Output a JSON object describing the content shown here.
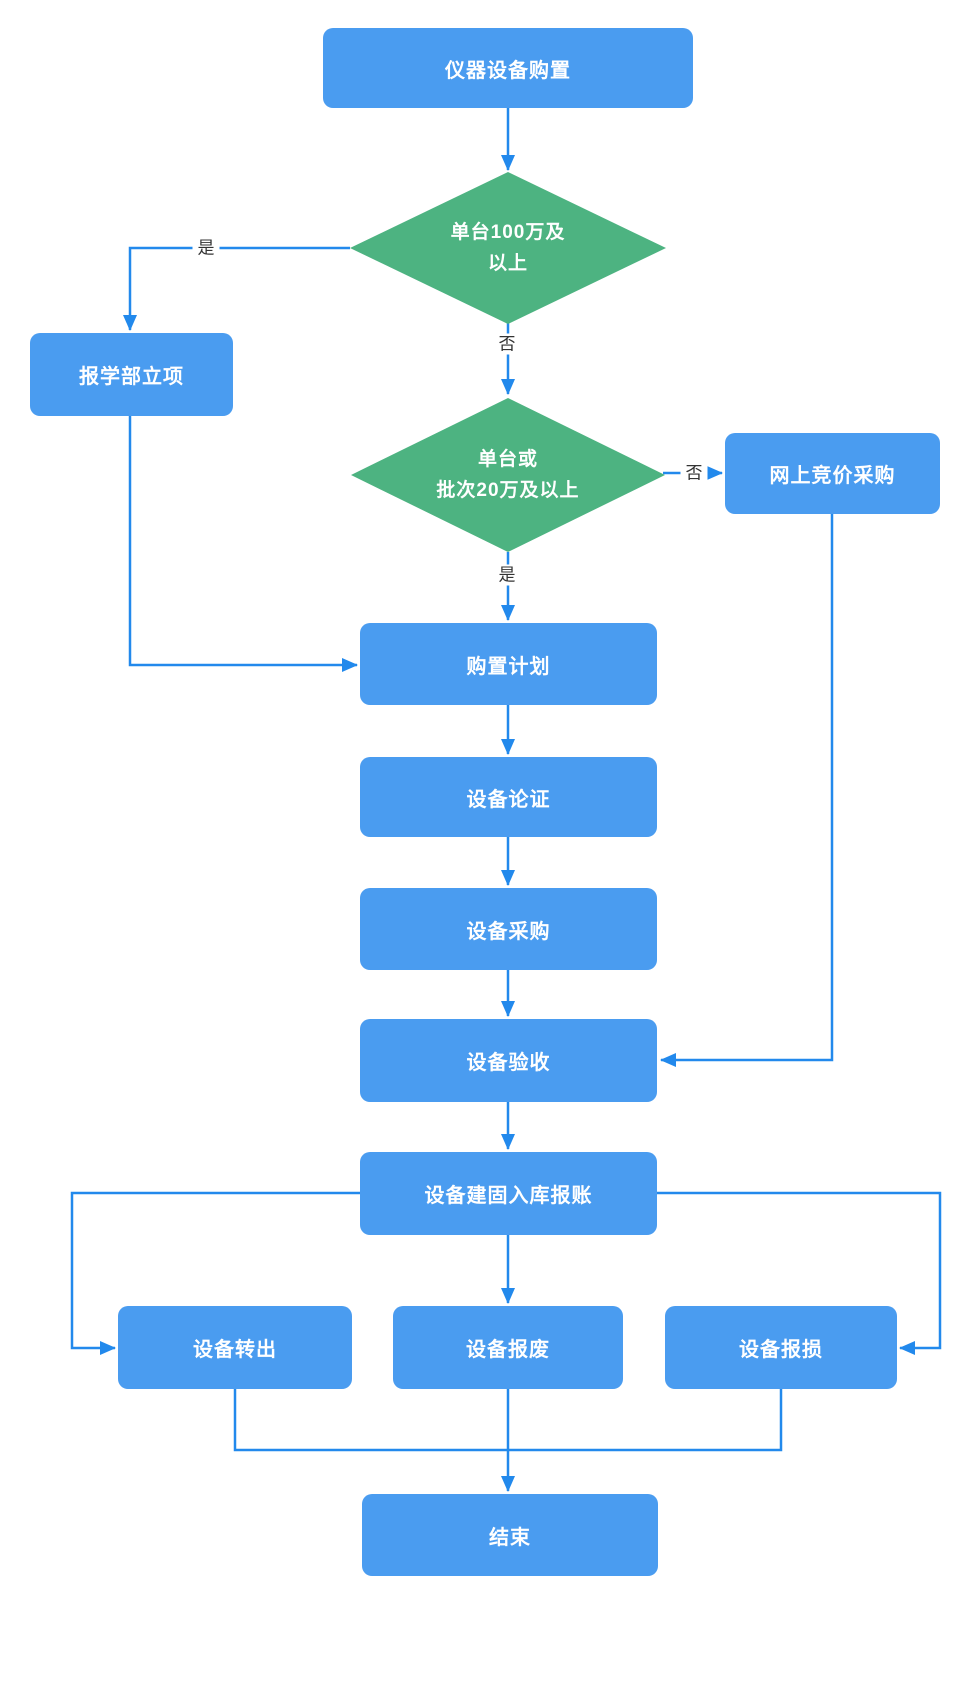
{
  "flowchart": {
    "nodes": {
      "start": {
        "label": "仪器设备购置"
      },
      "decision_100w": {
        "line1": "单台100万及",
        "line2": "以上"
      },
      "bureau_approval": {
        "label": "报学部立项"
      },
      "decision_20w": {
        "line1": "单台或",
        "line2": "批次20万及以上"
      },
      "online_bidding": {
        "label": "网上竞价采购"
      },
      "purchase_plan": {
        "label": "购置计划"
      },
      "equipment_review": {
        "label": "设备论证"
      },
      "equipment_buy": {
        "label": "设备采购"
      },
      "equipment_accept": {
        "label": "设备验收"
      },
      "equipment_register": {
        "label": "设备建固入库报账"
      },
      "equipment_transfer": {
        "label": "设备转出"
      },
      "equipment_scrap": {
        "label": "设备报废"
      },
      "equipment_damage": {
        "label": "设备报损"
      },
      "end": {
        "label": "结束"
      }
    },
    "edge_labels": {
      "decision_100w_yes": "是",
      "decision_100w_no": "否",
      "decision_20w_no": "否",
      "decision_20w_yes": "是"
    },
    "colors": {
      "process_fill": "#4a9cf0",
      "decision_fill": "#4db381",
      "connector": "#2289ec",
      "node_text": "#ffffff",
      "edge_label_text": "#333333",
      "background": "#ffffff"
    }
  }
}
